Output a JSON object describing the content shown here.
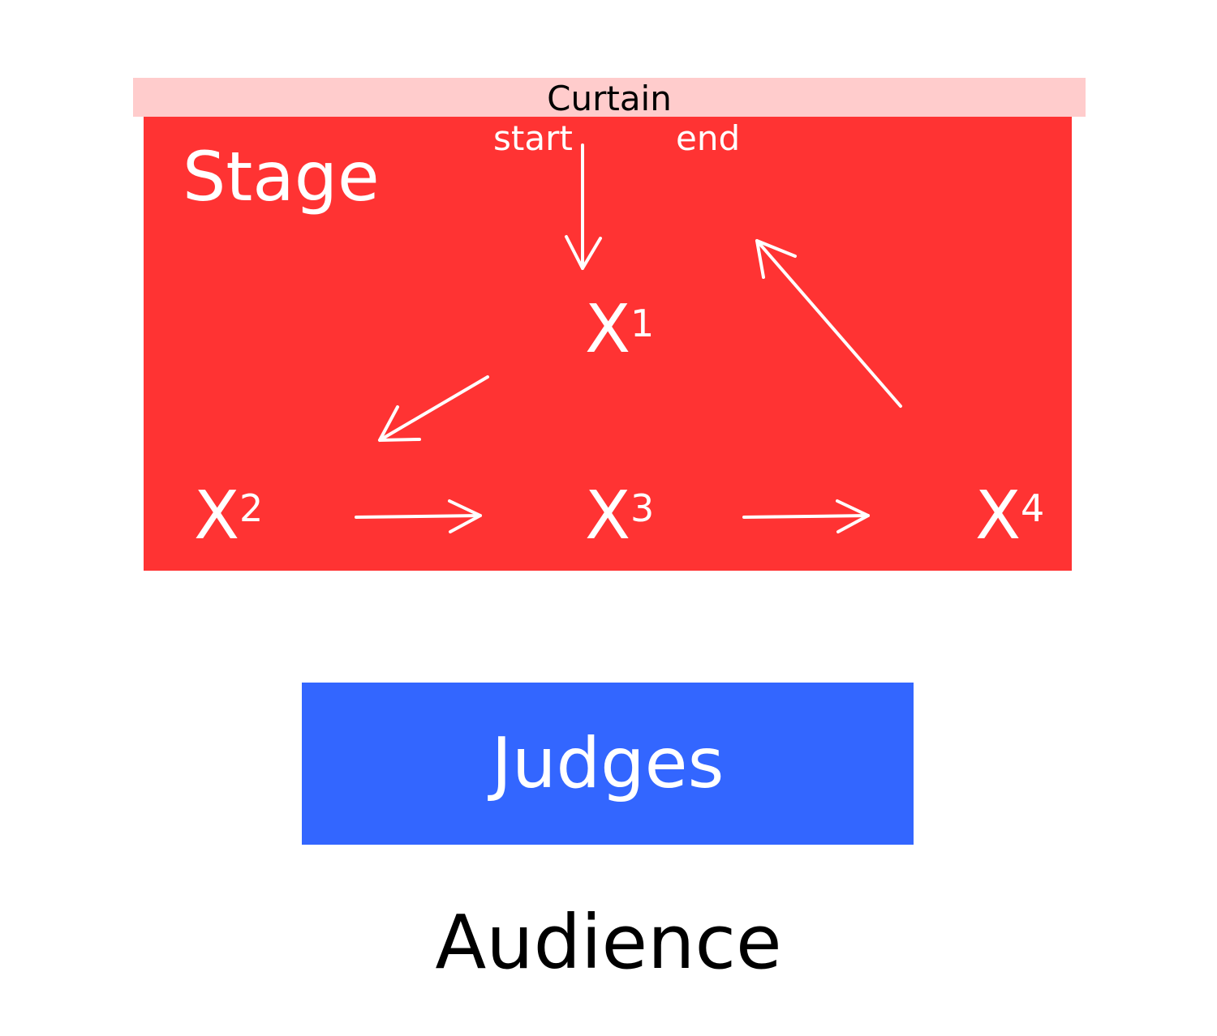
{
  "curtain": {
    "label": "Curtain"
  },
  "stage": {
    "label": "Stage",
    "start_label": "start",
    "end_label": "end",
    "positions": [
      {
        "base": "X",
        "sup": "1"
      },
      {
        "base": "X",
        "sup": "2"
      },
      {
        "base": "X",
        "sup": "3"
      },
      {
        "base": "X",
        "sup": "4"
      }
    ]
  },
  "judges": {
    "label": "Judges"
  },
  "audience": {
    "label": "Audience"
  },
  "colors": {
    "curtain": "#ffcccc",
    "stage": "#ff3333",
    "judges": "#3366ff",
    "stage_text": "#ffffff"
  }
}
